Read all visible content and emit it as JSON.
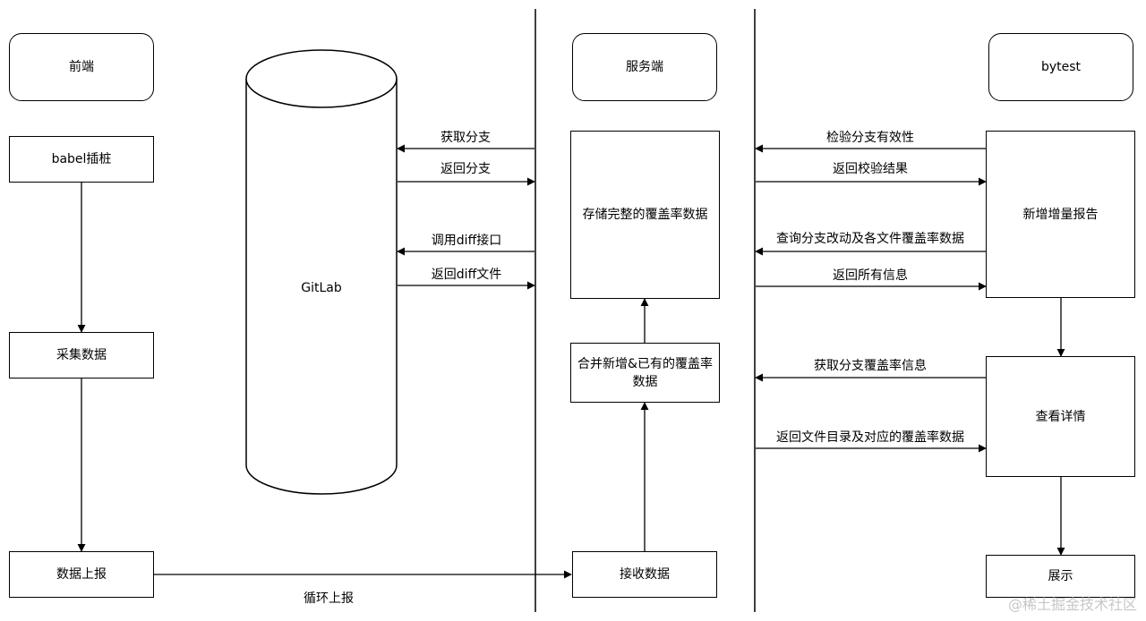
{
  "lanes": {
    "frontend": "前端",
    "server": "服务端",
    "bytest": "bytest"
  },
  "gitlab": "GitLab",
  "frontend_steps": {
    "instrument": "babel插桩",
    "collect": "采集数据",
    "report": "数据上报"
  },
  "server_steps": {
    "store": "存储完整的覆盖率数据",
    "merge": "合并新增&已有的覆盖率数据",
    "receive": "接收数据"
  },
  "bytest_steps": {
    "incremental_report": "新增增量报告",
    "view_details": "查看详情",
    "display": "展示"
  },
  "messages": {
    "get_branch": "获取分支",
    "return_branch": "返回分支",
    "call_diff": "调用diff接口",
    "return_diff": "返回diff文件",
    "check_branch": "检验分支有效性",
    "return_check": "返回校验结果",
    "query_changes": "查询分支改动及各文件覆盖率数据",
    "return_all": "返回所有信息",
    "get_coverage_info": "获取分支覆盖率信息",
    "return_dir": "返回文件目录及对应的覆盖率数据",
    "loop_report": "循环上报"
  },
  "watermark": "@稀土掘金技术社区"
}
